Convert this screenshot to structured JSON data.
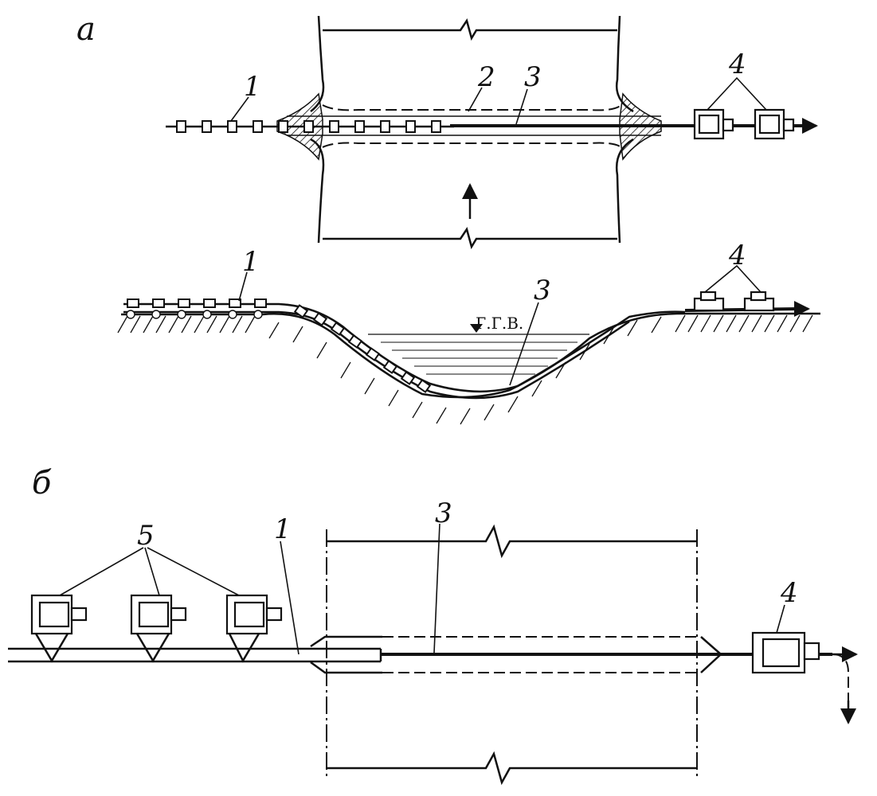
{
  "figure": {
    "panel_a_label": "а",
    "panel_b_label": "б",
    "labels": {
      "a_plan_1": "1",
      "a_plan_2": "2",
      "a_plan_3": "3",
      "a_plan_4": "4",
      "a_section_1": "1",
      "a_section_3": "3",
      "a_section_4": "4",
      "water_level": "Г.Г.В.",
      "b_5": "5",
      "b_1": "1",
      "b_3": "3",
      "b_4": "4"
    }
  }
}
